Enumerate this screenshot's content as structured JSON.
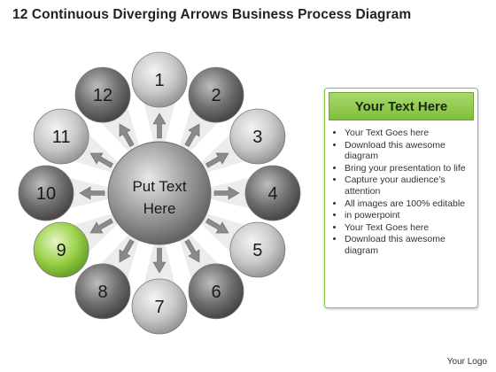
{
  "header": {
    "title": "12 Continuous Diverging Arrows Business Process Diagram"
  },
  "diagram": {
    "center_label": [
      "Put Text",
      "Here"
    ],
    "nodes": [
      "1",
      "2",
      "3",
      "4",
      "5",
      "6",
      "7",
      "8",
      "9",
      "10",
      "11",
      "12"
    ],
    "highlighted_node": "9",
    "colors": {
      "highlight": "#8cc63f",
      "circle_light": "#c8c8c8",
      "circle_dark": "#6a6a6a",
      "arrow": "#8a8a8a"
    }
  },
  "text_box": {
    "heading": "Your Text Here",
    "bullets": [
      "Your Text Goes here",
      "Download this awesome diagram",
      "Bring your presentation to life",
      "Capture your audience’s attention",
      "All images are 100% editable",
      "in powerpoint",
      "Your Text Goes here",
      "Download this awesome diagram"
    ]
  },
  "footer": {
    "logo_text": "Your Logo"
  }
}
